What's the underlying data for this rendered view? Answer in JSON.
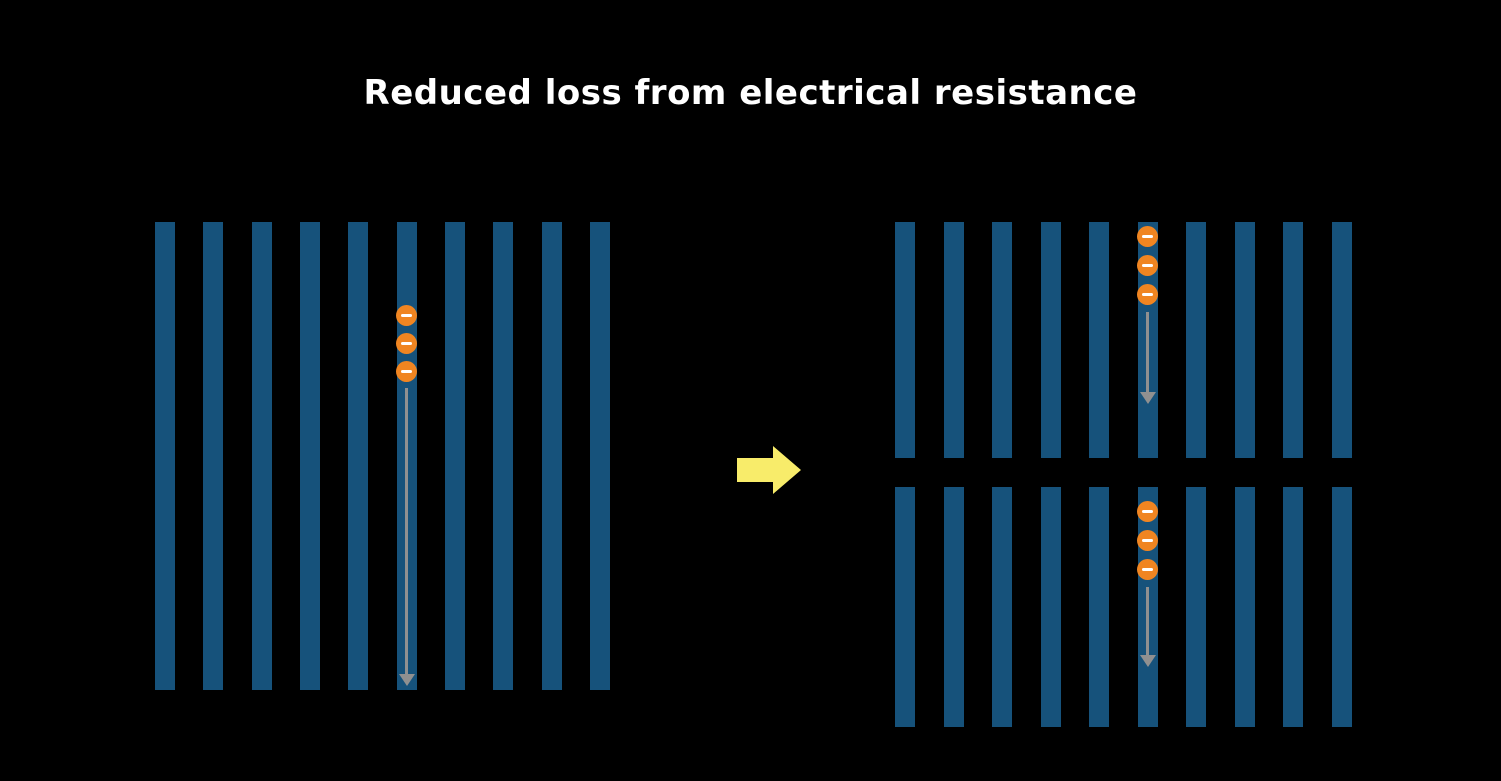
{
  "title": "Reduced loss from electrical resistance",
  "colors": {
    "background": "#000000",
    "bar": "#16527b",
    "electron": "#f08521",
    "electron_symbol": "#ffffff",
    "flow_arrow": "#909090",
    "transition_arrow": "#f8ec6a"
  },
  "left_panel": {
    "name": "full-cell",
    "bar_count": 10,
    "electron_bar_index": 5,
    "electron_count": 3
  },
  "right_panels": [
    {
      "name": "half-cell-top",
      "bar_count": 10,
      "electron_bar_index": 5,
      "electron_count": 3
    },
    {
      "name": "half-cell-bottom",
      "bar_count": 10,
      "electron_bar_index": 5,
      "electron_count": 3
    }
  ],
  "icons": {
    "transition": "right-arrow-icon",
    "electron": "minus-circle-icon",
    "electron_path": "down-arrow-icon"
  }
}
